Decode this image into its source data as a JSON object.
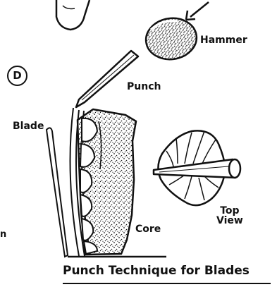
{
  "figure": {
    "panel_letter": "D",
    "labels": {
      "hammer": "Hammer",
      "punch": "Punch",
      "blade": "Blade",
      "core": "Core",
      "top_view_line1": "Top",
      "top_view_line2": "View",
      "cut_off_text": "n"
    },
    "caption": "Punch Technique for Blades",
    "colors": {
      "ink": "#111111",
      "paper": "#ffffff"
    }
  }
}
